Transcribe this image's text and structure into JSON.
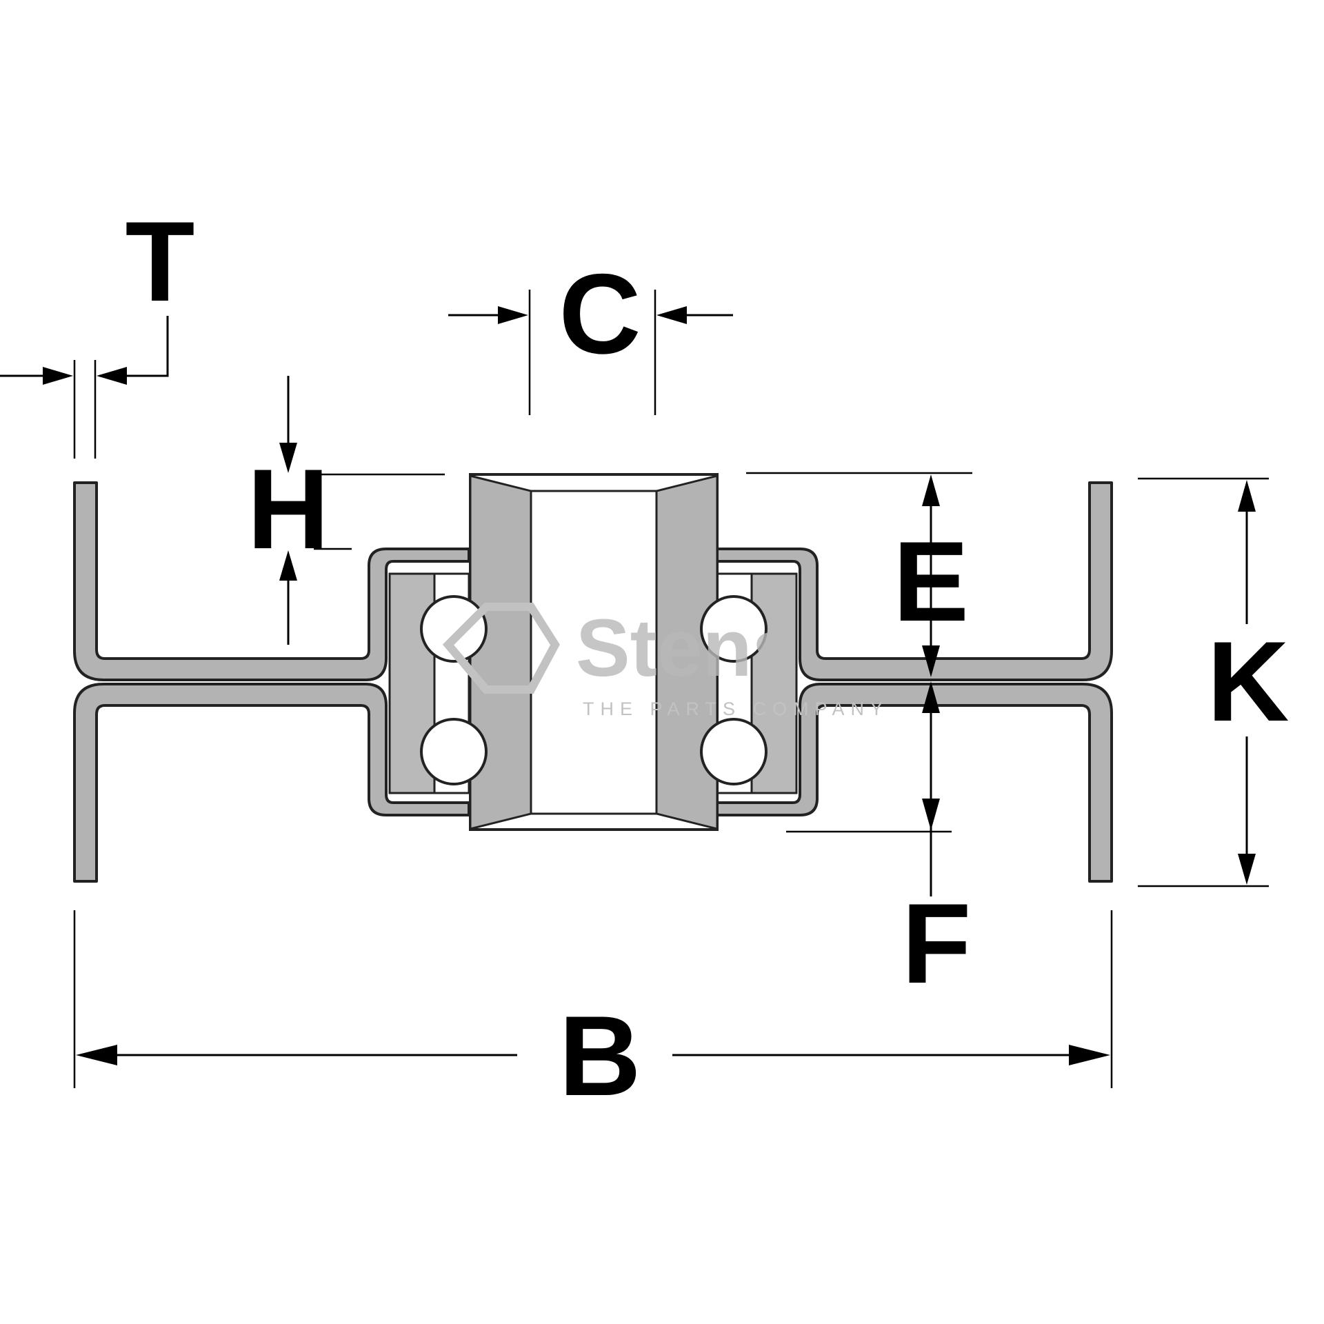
{
  "diagram": {
    "labels": {
      "T": "T",
      "C": "C",
      "H": "H",
      "E": "E",
      "K": "K",
      "F": "F",
      "B": "B"
    },
    "watermark": {
      "brand": "Stens",
      "tagline": "THE PARTS COMPANY",
      "trademark": "®"
    },
    "colors": {
      "part_fill": "#b3b3b3",
      "outline": "#222222",
      "background": "#ffffff"
    }
  }
}
